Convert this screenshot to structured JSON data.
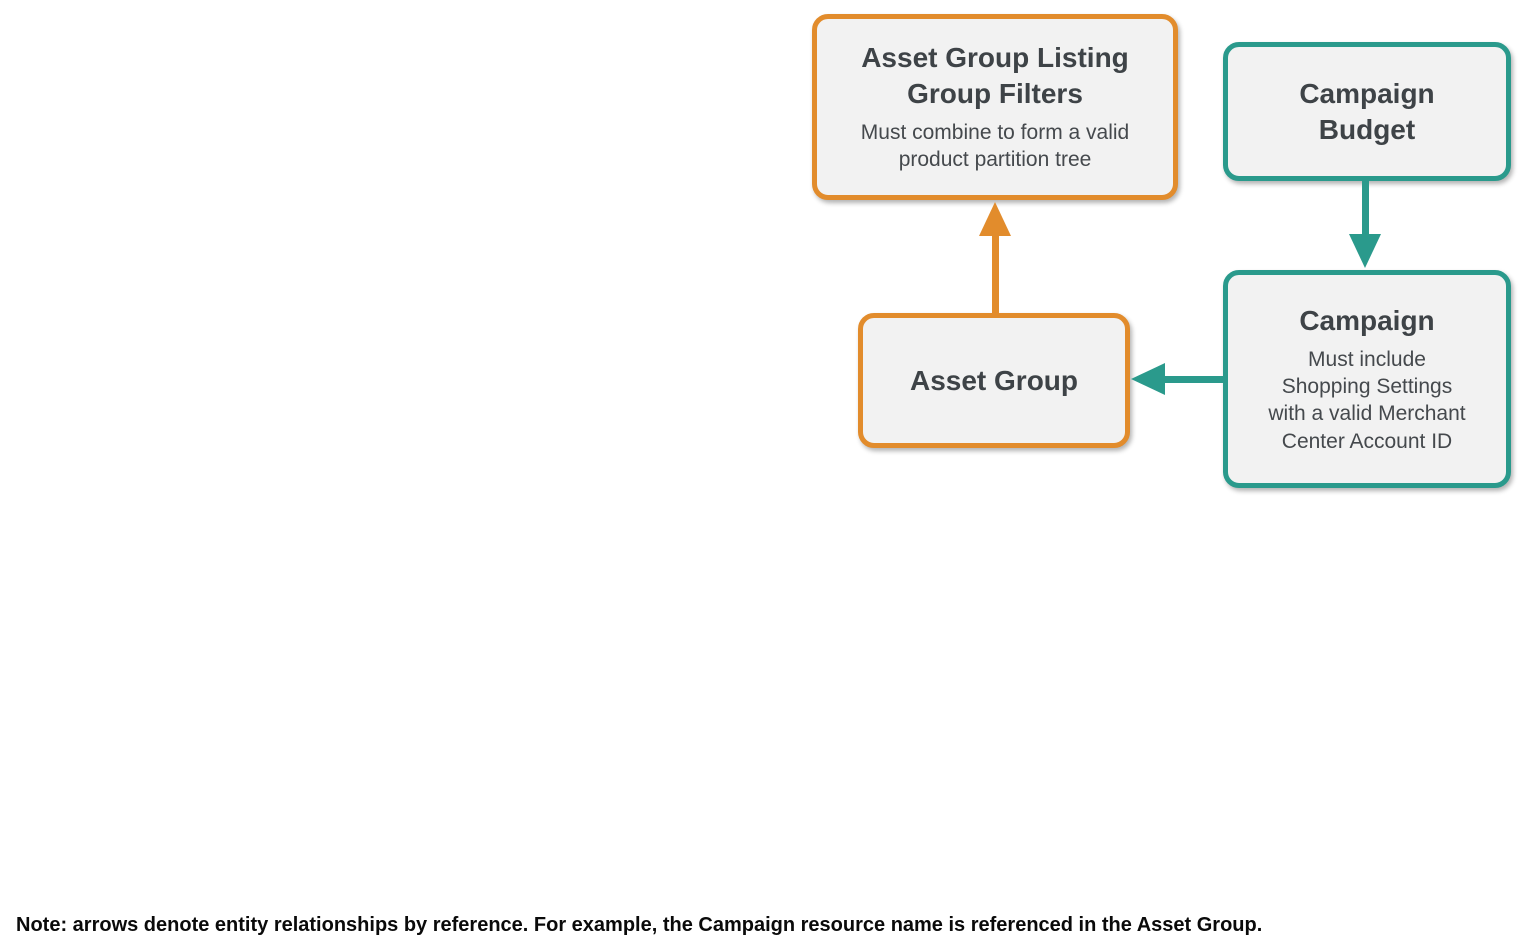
{
  "diagram": {
    "title_implicit": "Entity relationship diagram",
    "colors": {
      "orange_accent": "#E28C2C",
      "teal_accent": "#2A9A8C",
      "node_background": "#F2F2F2",
      "node_title_text": "#3E4347",
      "node_subtitle_text": "#45494D",
      "note_text": "#0A0A0A",
      "page_background": "#FFFFFF"
    },
    "nodes": {
      "asset_group_listing_group_filters": {
        "title": "Asset Group Listing\nGroup Filters",
        "subtitle": "Must combine to form a valid\nproduct partition tree",
        "accent": "orange"
      },
      "campaign_budget": {
        "title": "Campaign\nBudget",
        "accent": "teal"
      },
      "asset_group": {
        "title": "Asset Group",
        "accent": "orange"
      },
      "campaign": {
        "title": "Campaign",
        "subtitle": "Must include\nShopping Settings\nwith a valid Merchant\nCenter Account ID",
        "accent": "teal"
      }
    },
    "edges": [
      {
        "from": "Asset Group",
        "to": "Asset Group Listing Group Filters",
        "direction": "up",
        "color": "#E28C2C"
      },
      {
        "from": "Campaign Budget",
        "to": "Campaign",
        "direction": "down",
        "color": "#2A9A8C"
      },
      {
        "from": "Campaign",
        "to": "Asset Group",
        "direction": "left",
        "color": "#2A9A8C"
      }
    ],
    "note": "Note: arrows denote entity relationships by reference. For example, the Campaign resource name is referenced in the Asset Group."
  }
}
